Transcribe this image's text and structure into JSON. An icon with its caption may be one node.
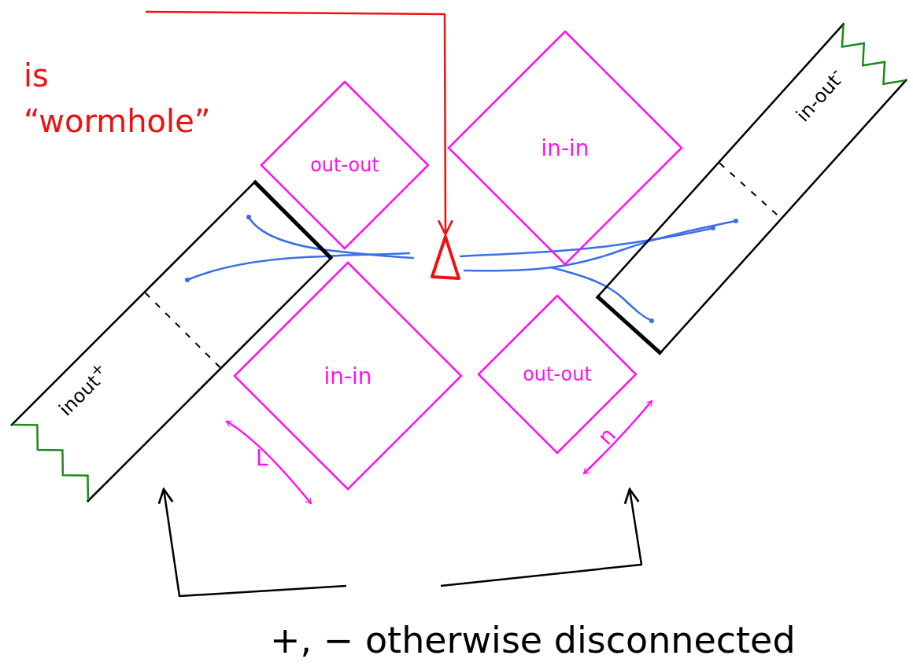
{
  "diagram": {
    "nodes": [
      {
        "text": [
          "is “wormhole”"
        ]
      },
      {
        "text": [],
        "shape": "triangle"
      },
      {
        "text": [
          "out-out"
        ]
      },
      {
        "text": [
          "in-in"
        ]
      },
      {
        "text": [
          "in-in"
        ]
      },
      {
        "text": [
          "out-out"
        ]
      },
      {
        "text": [
          "inout$^{+}$"
        ]
      },
      {
        "text": [
          "in-out$^{-}$"
        ]
      },
      {
        "text": [
          "+, − otherwise disconnected"
        ]
      }
    ],
    "edges": [
      {
        "from": 0,
        "to": 1,
        "arrow": "to",
        "color": "#ee1111"
      },
      {
        "from": 8,
        "to": 6,
        "arrow": "to"
      },
      {
        "from": 8,
        "to": null,
        "arrow": "to"
      }
    ],
    "labels": [
      "L",
      "n"
    ]
  }
}
